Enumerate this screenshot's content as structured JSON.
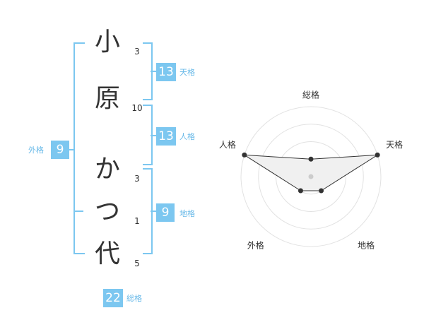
{
  "name": {
    "chars": [
      {
        "char": "小",
        "strokes": "3"
      },
      {
        "char": "原",
        "strokes": "10"
      },
      {
        "char": "か",
        "strokes": "3"
      },
      {
        "char": "つ",
        "strokes": "1"
      },
      {
        "char": "代",
        "strokes": "5"
      }
    ]
  },
  "kaku": {
    "tenkaku": {
      "value": "13",
      "label": "天格"
    },
    "jinkaku": {
      "value": "13",
      "label": "人格"
    },
    "chikaku": {
      "value": "9",
      "label": "地格"
    },
    "gaikaku": {
      "value": "9",
      "label": "外格"
    },
    "soukaku": {
      "value": "22",
      "label": "総格"
    }
  },
  "colors": {
    "accent": "#7cc7f0",
    "accent_text": "#68b9e8",
    "radar_fill": "#f0f0f0"
  },
  "chart_data": {
    "type": "radar",
    "axes": [
      "総格",
      "天格",
      "地格",
      "外格",
      "人格"
    ],
    "levels": 4,
    "range": [
      0,
      4
    ],
    "values": [
      1,
      4,
      1,
      1,
      4
    ]
  }
}
